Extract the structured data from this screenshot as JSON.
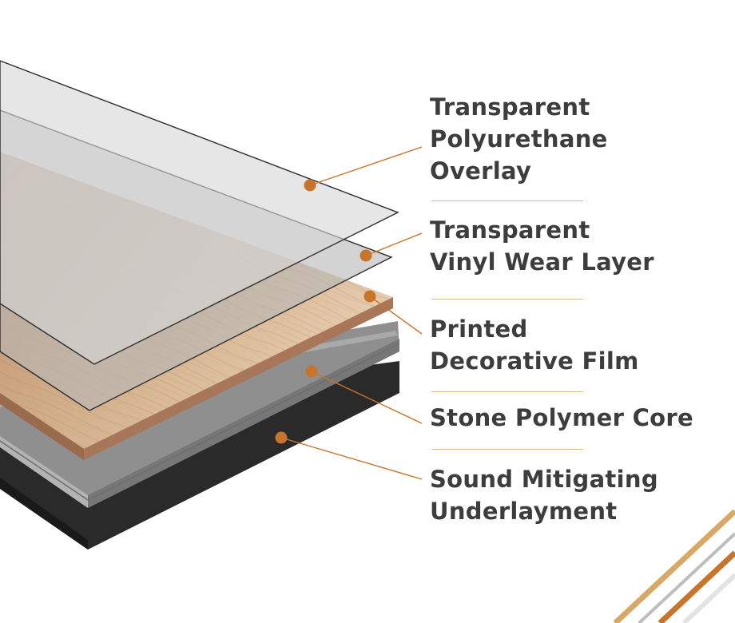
{
  "layers": [
    {
      "id": "overlay",
      "lines": [
        "Transparent",
        "Polyurethane",
        "Overlay"
      ]
    },
    {
      "id": "wear",
      "lines": [
        "Transparent",
        "Vinyl Wear Layer"
      ]
    },
    {
      "id": "film",
      "lines": [
        "Printed",
        "Decorative Film"
      ]
    },
    {
      "id": "core",
      "lines": [
        "Stone Polymer Core"
      ]
    },
    {
      "id": "underlay",
      "lines": [
        "Sound Mitigating",
        "Underlayment"
      ]
    }
  ],
  "colors": {
    "label_text": "#3d3d3d",
    "marker": "#c8742a",
    "leader_line": "#c8742a",
    "separator": "#d8b98a",
    "overlay_layer": "#dcdcdc",
    "wear_layer": "#c9c9c9",
    "wood_film": "#d3b08d",
    "stone_core": "#9a9a9a",
    "underlayment": "#262626",
    "corner_stripes": [
      "#d9a867",
      "#b8b8b8",
      "#c8742a",
      "#e0e0e0"
    ]
  }
}
